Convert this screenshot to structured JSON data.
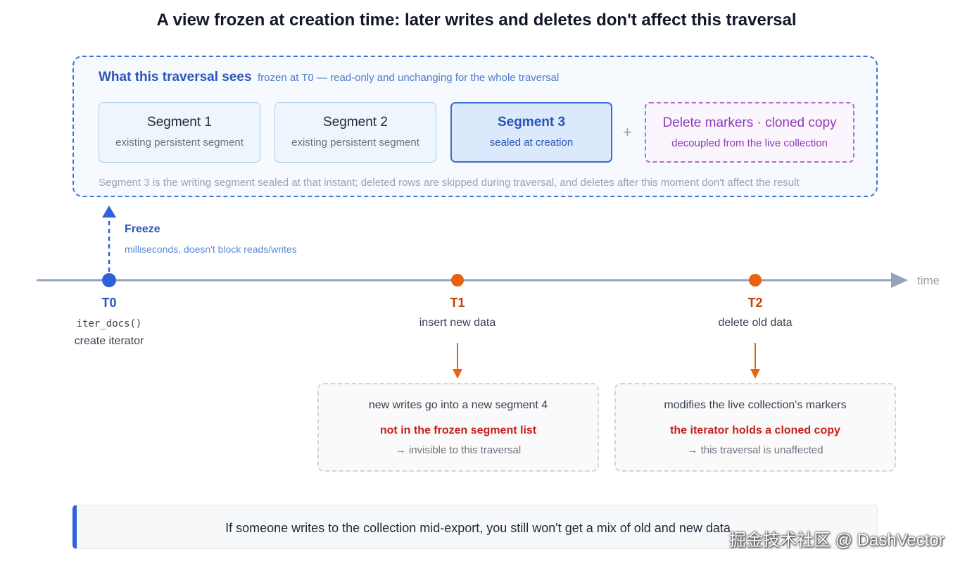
{
  "title": "A view frozen at creation time: later writes and deletes don't affect this traversal",
  "frozen_view": {
    "heading": "What this traversal sees",
    "subheading": "frozen at T0 — read-only and unchanging for the whole traversal",
    "segments": [
      {
        "title": "Segment 1",
        "desc": "existing persistent segment"
      },
      {
        "title": "Segment 2",
        "desc": "existing persistent segment"
      },
      {
        "title": "Segment 3",
        "desc": "sealed at creation"
      }
    ],
    "plus": "+",
    "delete_markers": {
      "title": "Delete markers · cloned copy",
      "desc": "decoupled from the live collection"
    },
    "note": "Segment 3 is the writing segment sealed at that instant; deleted rows are skipped during traversal, and deletes after this moment don't affect the result"
  },
  "freeze": {
    "title": "Freeze",
    "desc": "milliseconds, doesn't block reads/writes"
  },
  "timeline": {
    "axis_label": "time",
    "events": [
      {
        "label": "T0",
        "code": "iter_docs()",
        "desc": "create iterator"
      },
      {
        "label": "T1",
        "desc": "insert new data"
      },
      {
        "label": "T2",
        "desc": "delete old data"
      }
    ]
  },
  "effects": [
    {
      "line1": "new writes go into a new segment 4",
      "line2": "not in the frozen segment list",
      "line3": "→ invisible to this traversal"
    },
    {
      "line1": "modifies the live collection's markers",
      "line2": "the iterator holds a cloned copy",
      "line3": "→ this traversal is unaffected"
    }
  ],
  "footer": "If someone writes to the collection mid-export, you still won't get a mix of old and new data",
  "watermark": "掘金技术社区 @ DashVector",
  "colors": {
    "blue": "#2f62d8",
    "orange": "#e8620f",
    "red": "#c81e1e",
    "purple": "#8e3ab4",
    "gray": "#9ca3af"
  }
}
